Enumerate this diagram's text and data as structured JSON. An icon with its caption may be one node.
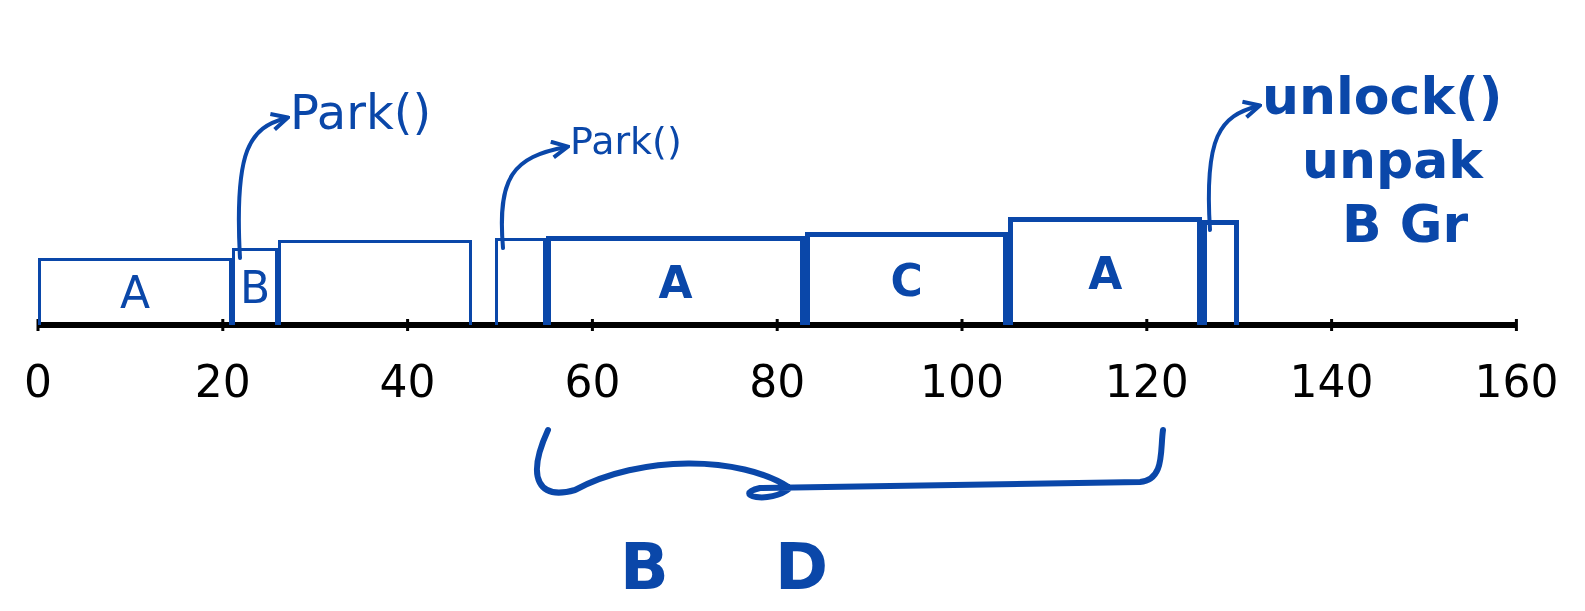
{
  "diagram": {
    "nodes": [
      {
        "text": [
          "A"
        ]
      },
      {
        "text": [
          "B"
        ]
      },
      {
        "text": [],
        "shape": "box"
      },
      {
        "text": [],
        "shape": "box"
      },
      {
        "text": [
          "A"
        ]
      },
      {
        "text": [
          "C"
        ]
      },
      {
        "text": [
          "A"
        ]
      },
      {
        "text": [],
        "shape": "box"
      },
      {
        "text": [
          "Park()"
        ]
      },
      {
        "text": [
          "Park()"
        ]
      },
      {
        "text": [
          "unlock()",
          "unpak",
          "B Gr"
        ]
      }
    ],
    "edges": [
      {
        "from": 1,
        "to": 8,
        "arrow": "to"
      },
      {
        "from": 3,
        "to": 9,
        "arrow": "to"
      },
      {
        "from": 7,
        "to": 10,
        "arrow": "to"
      }
    ],
    "labels": [
      "0",
      "20",
      "40",
      "60",
      "80",
      "100",
      "120",
      "140",
      "160",
      "B",
      "D"
    ]
  }
}
